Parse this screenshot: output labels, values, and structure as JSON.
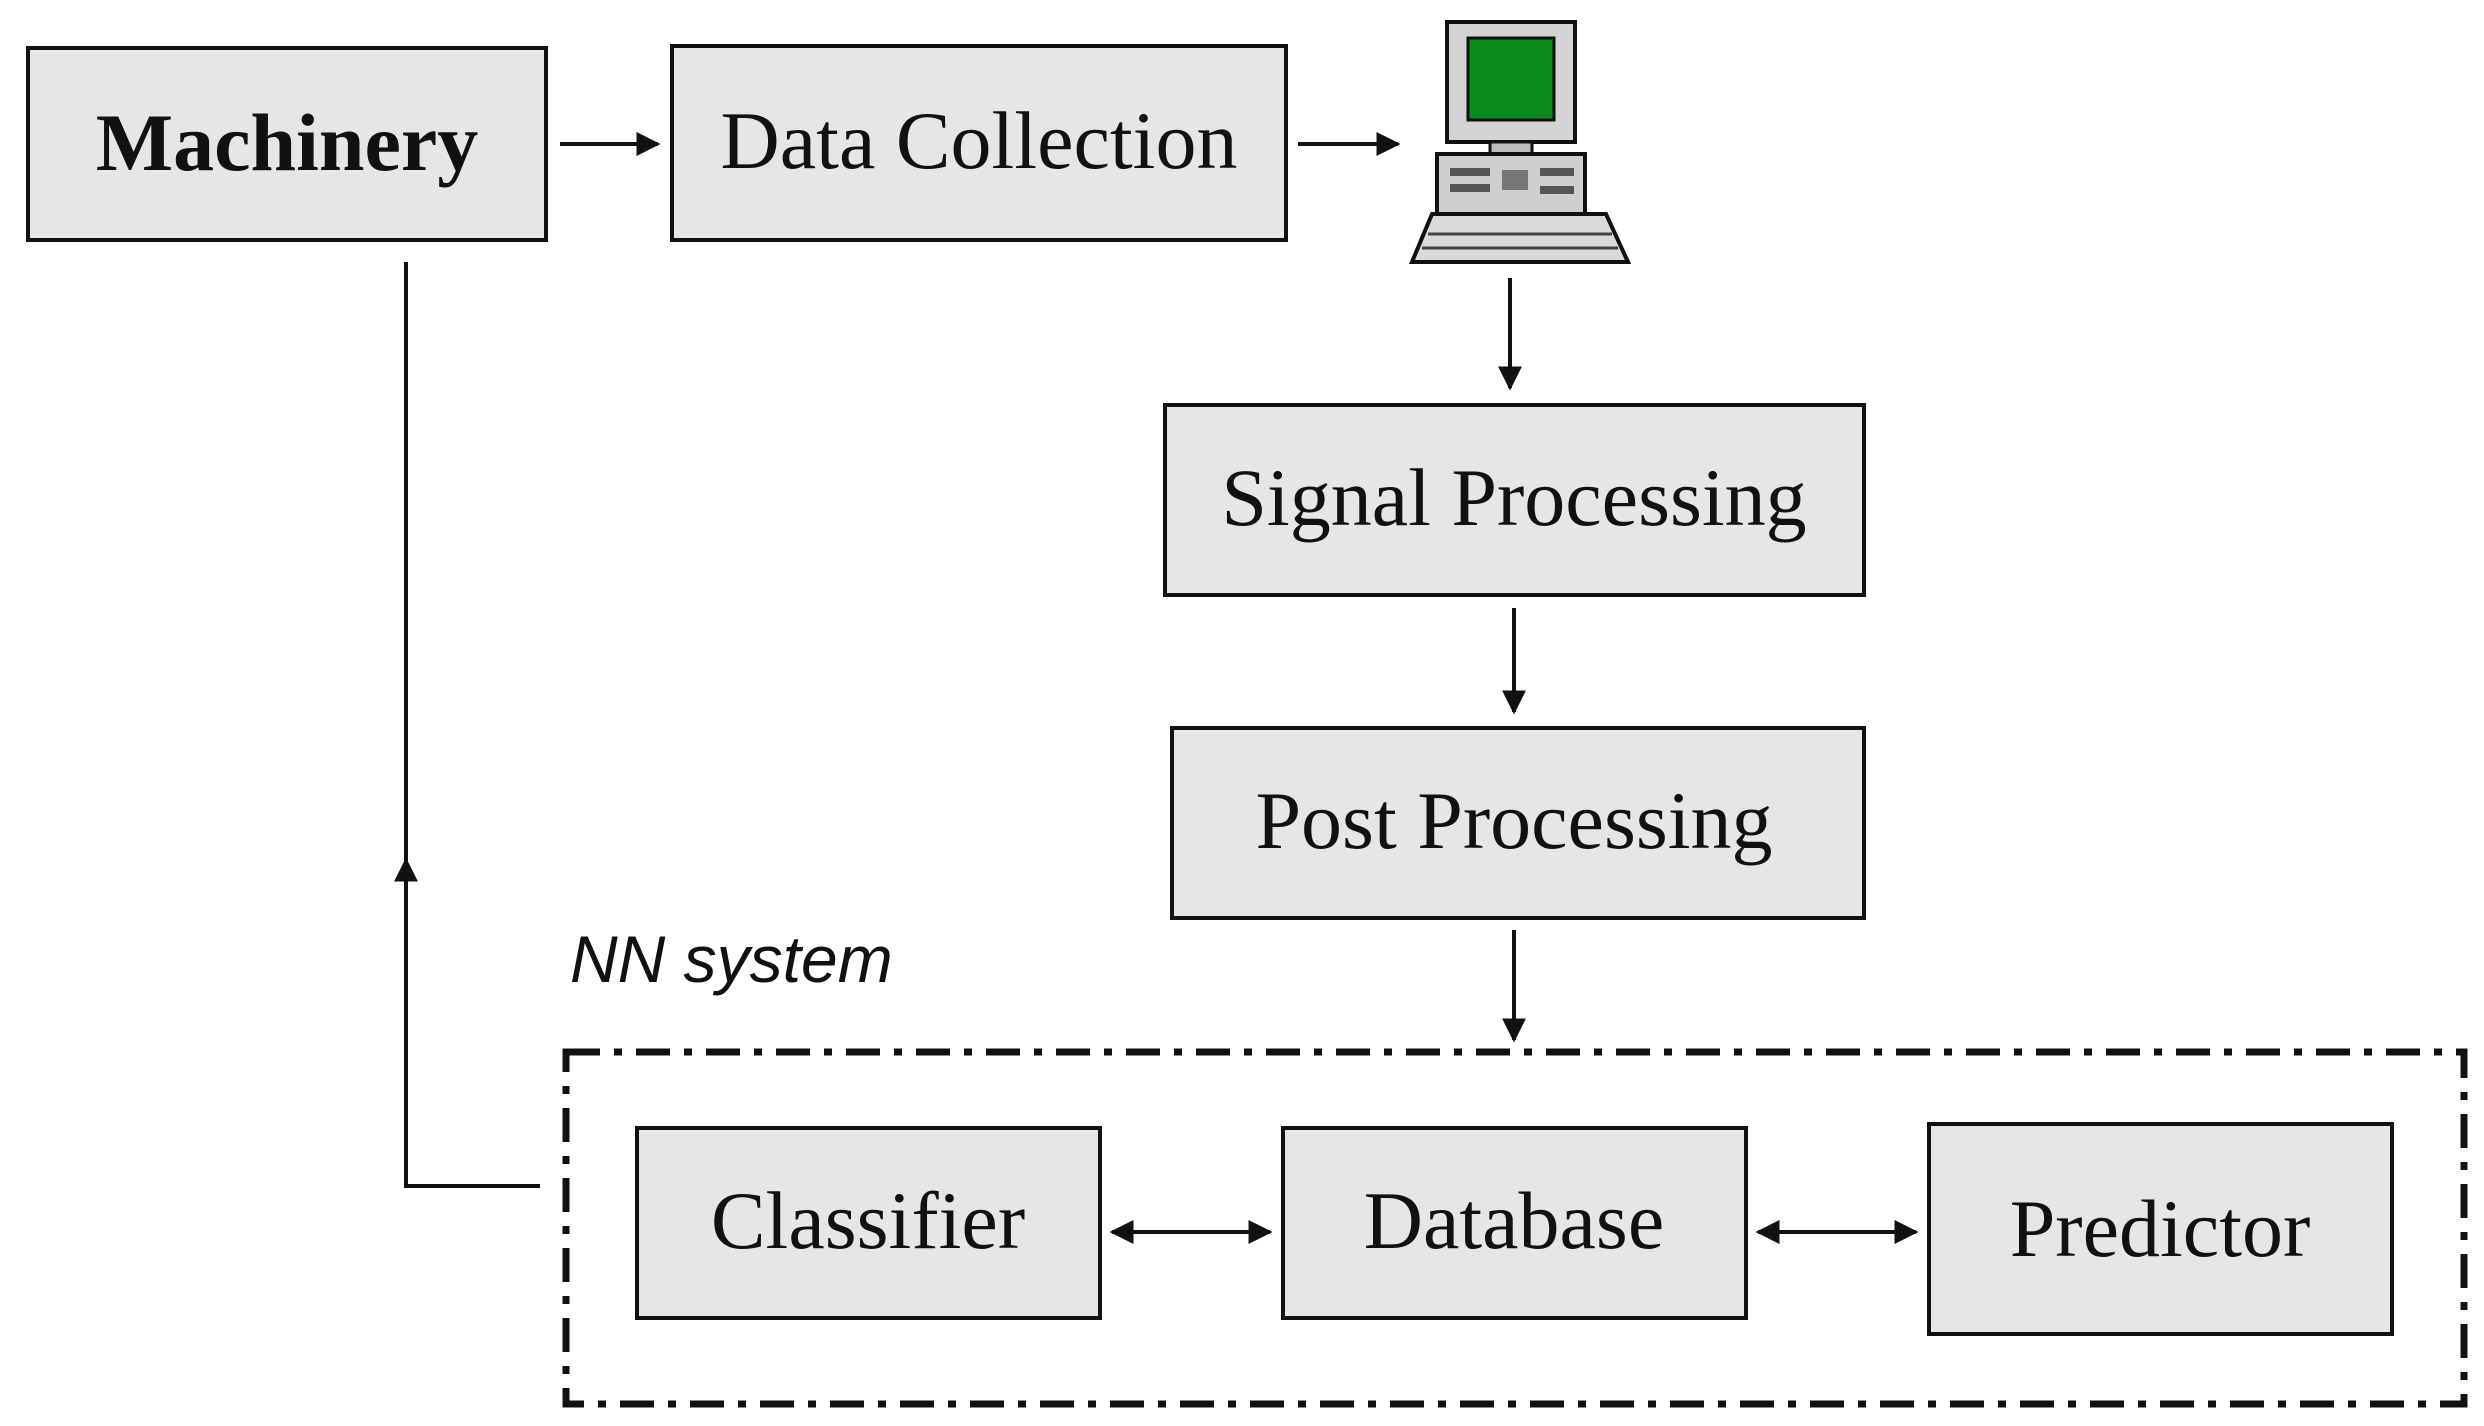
{
  "diagram": {
    "nodes": {
      "machinery": "Machinery",
      "data_collection": "Data Collection",
      "signal_processing": "Signal Processing",
      "post_processing": "Post Processing",
      "classifier": "Classifier",
      "database": "Database",
      "predictor": "Predictor"
    },
    "group": {
      "label": "NN system"
    },
    "icons": {
      "computer": "computer-icon"
    },
    "colors": {
      "box_fill": "#e6e6e6",
      "stroke": "#111111",
      "screen": "#0a8a1a"
    }
  }
}
